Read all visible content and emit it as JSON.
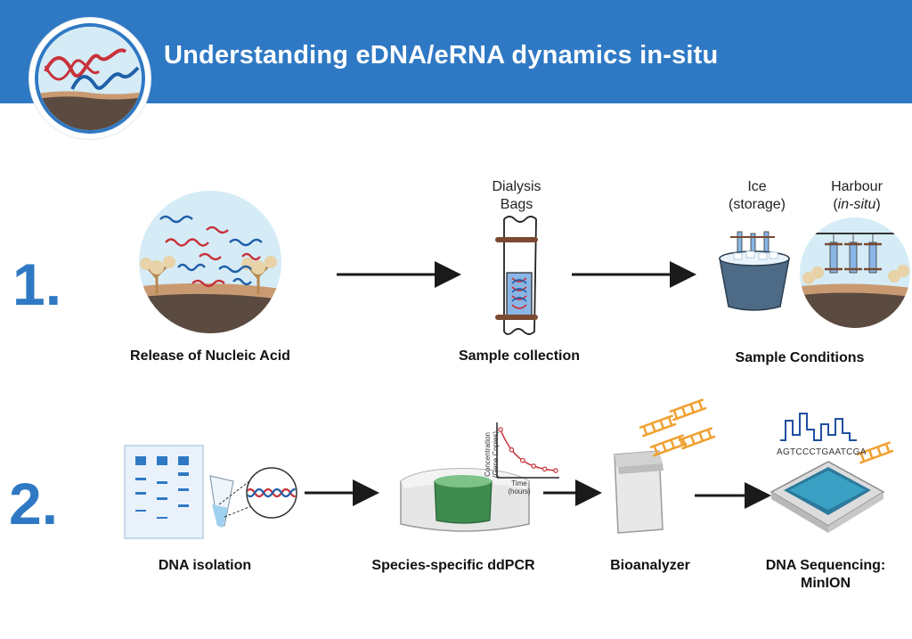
{
  "header": {
    "title": "Understanding eDNA/eRNA dynamics in-situ"
  },
  "row1": {
    "number": "1.",
    "labels": {
      "release": "Release of Nucleic Acid",
      "collection": "Sample collection",
      "conditions": "Sample Conditions"
    },
    "dialysis_line1": "Dialysis",
    "dialysis_line2": "Bags",
    "ice_line1": "Ice",
    "ice_line2": "(storage)",
    "harbour_line1": "Harbour",
    "harbour_paren_open": "(",
    "harbour_italic": "in-situ",
    "harbour_paren_close": ")"
  },
  "row2": {
    "number": "2.",
    "labels": {
      "isolation": "DNA isolation",
      "ddpcr": "Species-specific ddPCR",
      "bioanalyzer": "Bioanalyzer",
      "sequencing_line1": "DNA Sequencing:",
      "sequencing_line2": "MinION"
    },
    "chart_ylabel_line1": "Concentration",
    "chart_ylabel_line2": "(Gene Copies)",
    "chart_xlabel_line1": "Time",
    "chart_xlabel_line2": "(hours)",
    "sequence": "AGTCCCTGAATCGA"
  },
  "colors": {
    "banner": "#2f79c4",
    "number": "#2f79c4",
    "dna_red": "#c8323a",
    "dna_blue": "#1f5fa8",
    "water": "#cfe9f5",
    "sediment": "#c99a72",
    "ddpcr_green": "#3f8a4f",
    "ladder_orange": "#f0a030"
  }
}
